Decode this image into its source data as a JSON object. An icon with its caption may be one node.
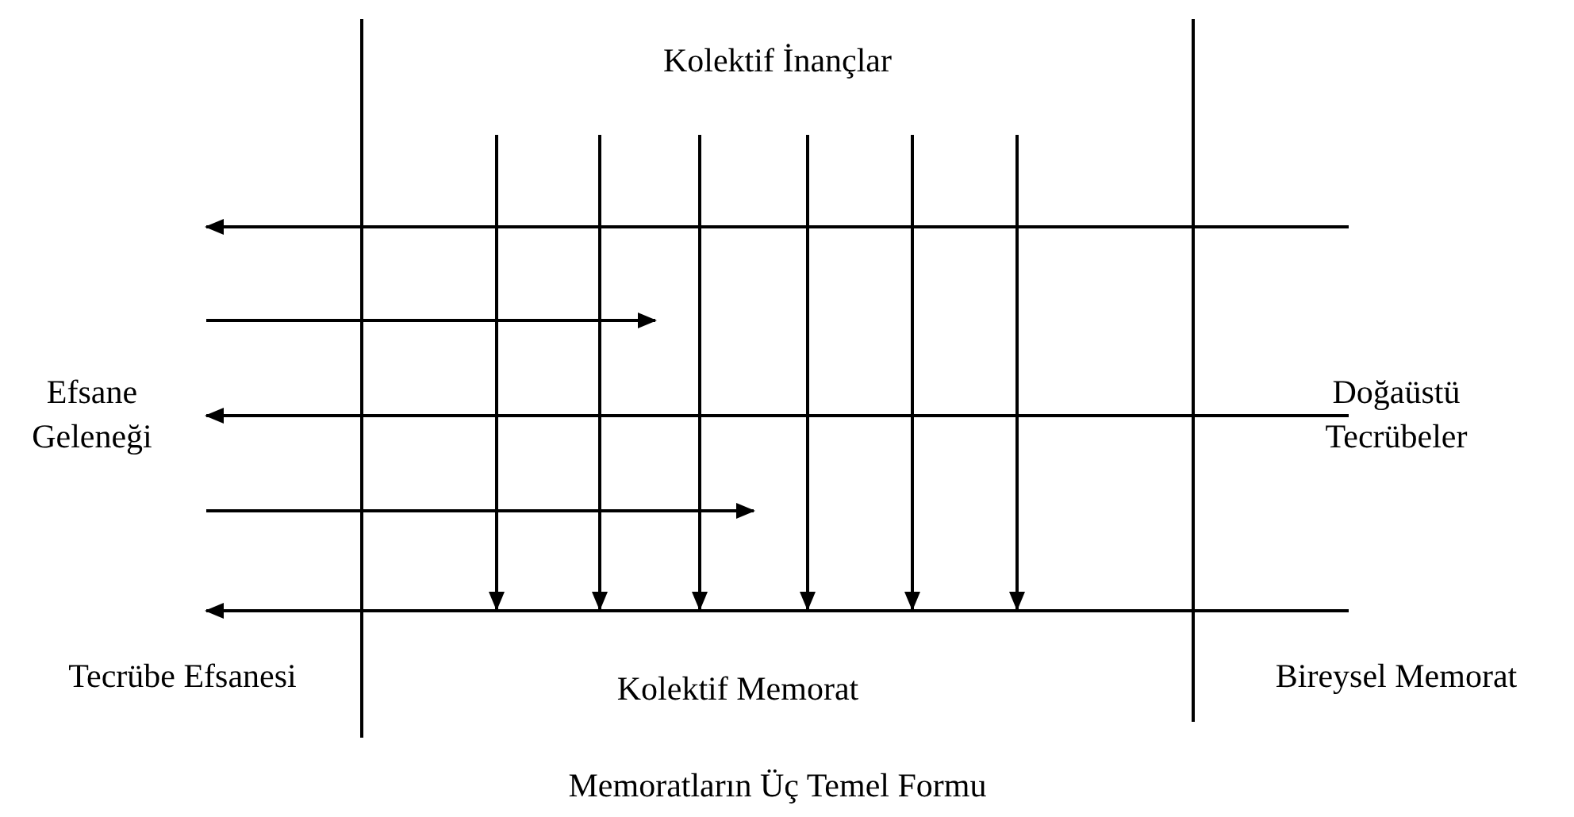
{
  "diagram": {
    "caption": "Memoratların Üç Temel Formu",
    "labels": [
      "Kolektif İnançlar",
      "Efsane Geleneği",
      "Doğaüstü Tecrübeler",
      "Tecrübe Efsanesi",
      "Kolektif Memorat",
      "Bireysel Memorat"
    ]
  }
}
